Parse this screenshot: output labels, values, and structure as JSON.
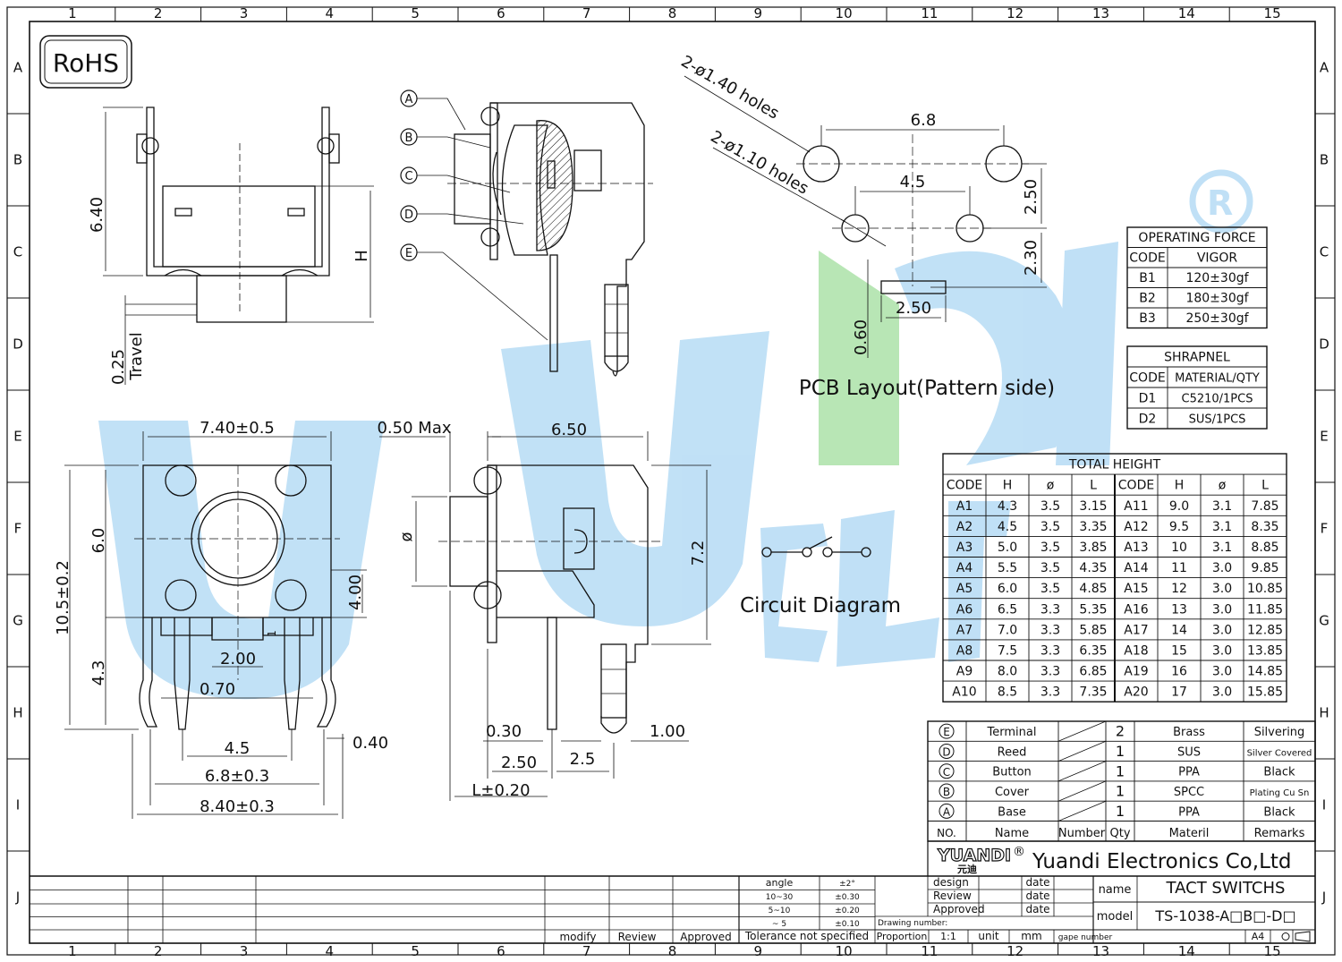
{
  "frame": {
    "columns": [
      "1",
      "2",
      "3",
      "4",
      "5",
      "6",
      "7",
      "8",
      "9",
      "10",
      "11",
      "12",
      "13",
      "14",
      "15"
    ],
    "rows": [
      "A",
      "B",
      "C",
      "D",
      "E",
      "F",
      "G",
      "H",
      "I",
      "J"
    ]
  },
  "rohs_label": "RoHS",
  "watermark": {
    "brand": "YUANDI",
    "registered": "®"
  },
  "side_view": {
    "height_dim": "6.40",
    "h_label": "H",
    "travel_value": "0.25",
    "travel_label": "Travel"
  },
  "section_view": {
    "callouts": [
      "A",
      "B",
      "C",
      "D",
      "E"
    ]
  },
  "pcb_layout": {
    "holes_large": "2-ø1.40 holes",
    "holes_small": "2-ø1.10 holes",
    "dim_68": "6.8",
    "dim_45": "4.5",
    "dim_250v": "2.50",
    "dim_230": "2.30",
    "dim_250h": "2.50",
    "dim_060": "0.60",
    "title": "PCB Layout(Pattern side)"
  },
  "front_view": {
    "width": "7.40±0.5",
    "height": "10.5±0.2",
    "dim_60": "6.0",
    "dim_43": "4.3",
    "dim_400": "4.00",
    "dim_1": "1",
    "dim_200": "2.00",
    "dim_070": "0.70",
    "dim_45": "4.5",
    "dim_68": "6.8±0.3",
    "dim_840": "8.40±0.3",
    "dim_040": "0.40"
  },
  "right_view": {
    "max": "0.50 Max",
    "width": "6.50",
    "phi": "ø",
    "height": "7.2",
    "dim_030": "0.30",
    "dim_100": "1.00",
    "dim_250": "2.50",
    "dim_25": "2.5",
    "dim_L": "L±0.20"
  },
  "circuit_title": "Circuit Diagram",
  "operating_force": {
    "title": "OPERATING FORCE",
    "headers": [
      "CODE",
      "VIGOR"
    ],
    "rows": [
      [
        "B1",
        "120±30gf"
      ],
      [
        "B2",
        "180±30gf"
      ],
      [
        "B3",
        "250±30gf"
      ]
    ]
  },
  "shrapnel": {
    "title": "SHRAPNEL",
    "headers": [
      "CODE",
      "MATERIAL/QTY"
    ],
    "rows": [
      [
        "D1",
        "C5210/1PCS"
      ],
      [
        "D2",
        "SUS/1PCS"
      ]
    ]
  },
  "total_height": {
    "title": "TOTAL HEIGHT",
    "headers": [
      "CODE",
      "H",
      "ø",
      "L",
      "CODE",
      "H",
      "ø",
      "L"
    ],
    "rows": [
      [
        "A1",
        "4.3",
        "3.5",
        "3.15",
        "A11",
        "9.0",
        "3.1",
        "7.85"
      ],
      [
        "A2",
        "4.5",
        "3.5",
        "3.35",
        "A12",
        "9.5",
        "3.1",
        "8.35"
      ],
      [
        "A3",
        "5.0",
        "3.5",
        "3.85",
        "A13",
        "10",
        "3.1",
        "8.85"
      ],
      [
        "A4",
        "5.5",
        "3.5",
        "4.35",
        "A14",
        "11",
        "3.0",
        "9.85"
      ],
      [
        "A5",
        "6.0",
        "3.5",
        "4.85",
        "A15",
        "12",
        "3.0",
        "10.85"
      ],
      [
        "A6",
        "6.5",
        "3.3",
        "5.35",
        "A16",
        "13",
        "3.0",
        "11.85"
      ],
      [
        "A7",
        "7.0",
        "3.3",
        "5.85",
        "A17",
        "14",
        "3.0",
        "12.85"
      ],
      [
        "A8",
        "7.5",
        "3.3",
        "6.35",
        "A18",
        "15",
        "3.0",
        "13.85"
      ],
      [
        "A9",
        "8.0",
        "3.3",
        "6.85",
        "A19",
        "16",
        "3.0",
        "14.85"
      ],
      [
        "A10",
        "8.5",
        "3.3",
        "7.35",
        "A20",
        "17",
        "3.0",
        "15.85"
      ]
    ]
  },
  "bom": {
    "rows": [
      [
        "E",
        "Terminal",
        "2",
        "Brass",
        "Silvering"
      ],
      [
        "D",
        "Reed",
        "1",
        "SUS",
        "Silver Covered"
      ],
      [
        "C",
        "Button",
        "1",
        "PPA",
        "Black"
      ],
      [
        "B",
        "Cover",
        "1",
        "SPCC",
        "Plating Cu Sn"
      ],
      [
        "A",
        "Base",
        "1",
        "PPA",
        "Black"
      ]
    ],
    "header": [
      "NO.",
      "Name",
      "Number",
      "Qty",
      "Materil",
      "Remarks"
    ]
  },
  "title_block": {
    "logo": "YUANDI",
    "logo_sub": "元迪",
    "registered": "®",
    "company": "Yuandi Electronics Co,Ltd",
    "tol_rows": [
      [
        "angle",
        "±2°"
      ],
      [
        "10~30",
        "±0.30"
      ],
      [
        "5~10",
        "±0.20"
      ],
      [
        "~ 5",
        "±0.10"
      ]
    ],
    "sign_rows": [
      [
        "design",
        "date"
      ],
      [
        "Review",
        "date"
      ],
      [
        "Approved",
        "date"
      ]
    ],
    "drawing_number_label": "Drawing number:",
    "proportion_label": "Proportion",
    "proportion_value": "1:1",
    "unit_label": "unit",
    "unit_value": "mm",
    "page_number_label": "gape number",
    "paper": "A4",
    "name_label": "name",
    "name_value": "TACT SWITCHS",
    "model_label": "model",
    "model_value": "TS-1038-A□B□-D□",
    "modify": "modify",
    "review": "Review",
    "approved": "Approved",
    "tolerance_note": "Tolerance not specified"
  }
}
